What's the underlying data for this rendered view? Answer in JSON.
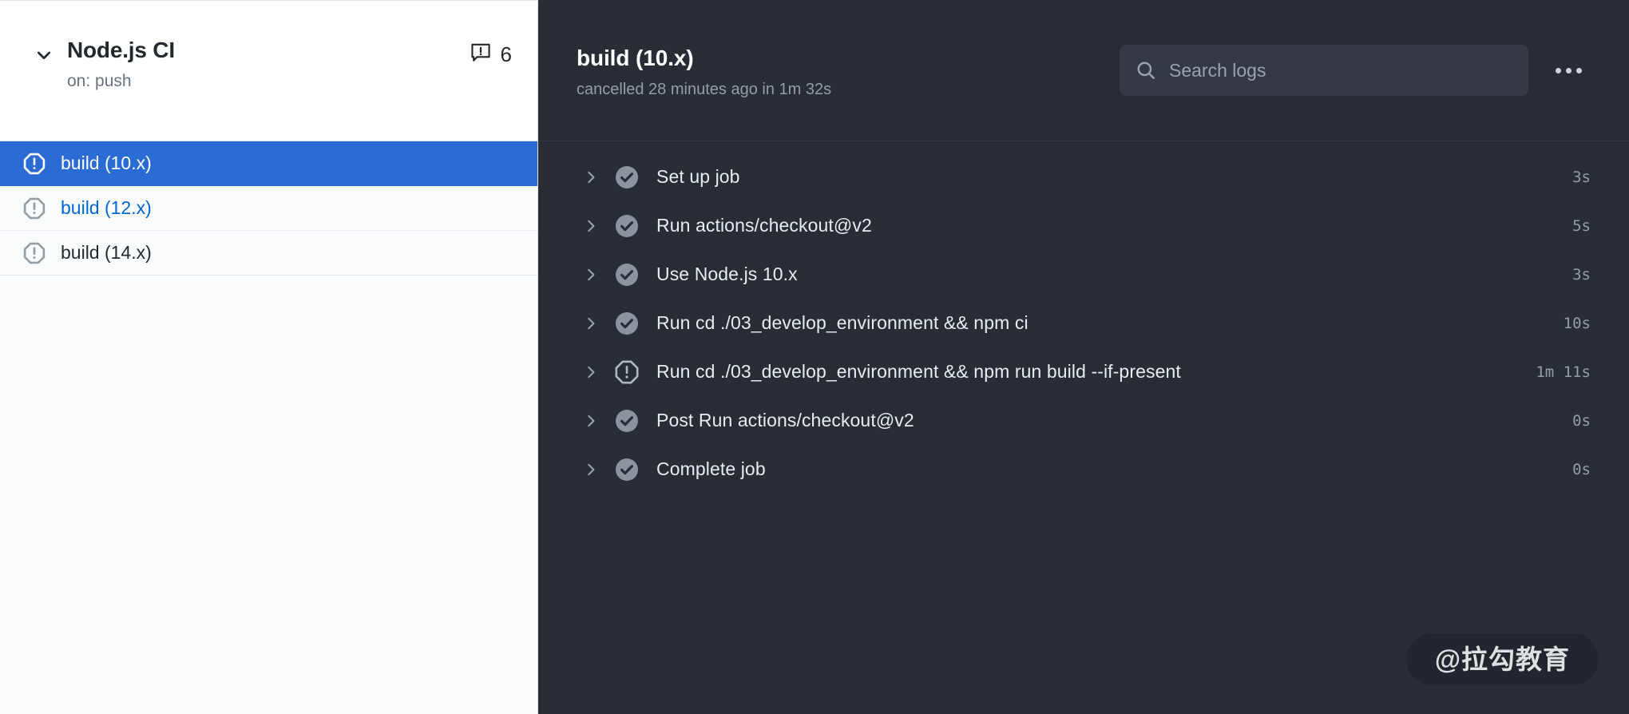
{
  "sidebar": {
    "workflow": {
      "chevron_icon": "chevron-down-icon",
      "title": "Node.js CI",
      "trigger": "on: push",
      "annotation_icon": "annotation-alert-icon",
      "annotation_count": "6"
    },
    "jobs": [
      {
        "label": "build (10.x)",
        "status_icon": "stop-octagon-alert-icon",
        "selected": true,
        "visited": false
      },
      {
        "label": "build (12.x)",
        "status_icon": "stop-octagon-alert-icon",
        "selected": false,
        "visited": false
      },
      {
        "label": "build (14.x)",
        "status_icon": "stop-octagon-alert-icon",
        "selected": false,
        "visited": true
      }
    ]
  },
  "log_panel": {
    "title": "build (10.x)",
    "subtitle": "cancelled 28 minutes ago in 1m 32s",
    "search": {
      "icon": "search-icon",
      "placeholder": "Search logs",
      "value": ""
    },
    "more_menu": {
      "icon": "kebab-horizontal-icon",
      "label": "..."
    },
    "steps": [
      {
        "caret_icon": "chevron-right-icon",
        "status_icon": "check-circle-icon",
        "label": "Set up job",
        "duration": "3s"
      },
      {
        "caret_icon": "chevron-right-icon",
        "status_icon": "check-circle-icon",
        "label": "Run actions/checkout@v2",
        "duration": "5s"
      },
      {
        "caret_icon": "chevron-right-icon",
        "status_icon": "check-circle-icon",
        "label": "Use Node.js 10.x",
        "duration": "3s"
      },
      {
        "caret_icon": "chevron-right-icon",
        "status_icon": "check-circle-icon",
        "label": "Run cd ./03_develop_environment && npm ci",
        "duration": "10s"
      },
      {
        "caret_icon": "chevron-right-icon",
        "status_icon": "stop-octagon-alert-icon",
        "label": "Run cd ./03_develop_environment && npm run build --if-present",
        "duration": "1m  11s"
      },
      {
        "caret_icon": "chevron-right-icon",
        "status_icon": "check-circle-icon",
        "label": "Post Run actions/checkout@v2",
        "duration": "0s"
      },
      {
        "caret_icon": "chevron-right-icon",
        "status_icon": "check-circle-icon",
        "label": "Complete job",
        "duration": "0s"
      }
    ]
  },
  "watermark": {
    "text": "@拉勾教育"
  },
  "colors": {
    "accent_blue": "#2b6cd4",
    "link_blue": "#0366d6",
    "panel_dark": "#282c34",
    "sidebar_bg": "#fafbfc",
    "text_dark": "#24292e",
    "text_muted": "#6a737d",
    "search_bg": "#333842"
  }
}
